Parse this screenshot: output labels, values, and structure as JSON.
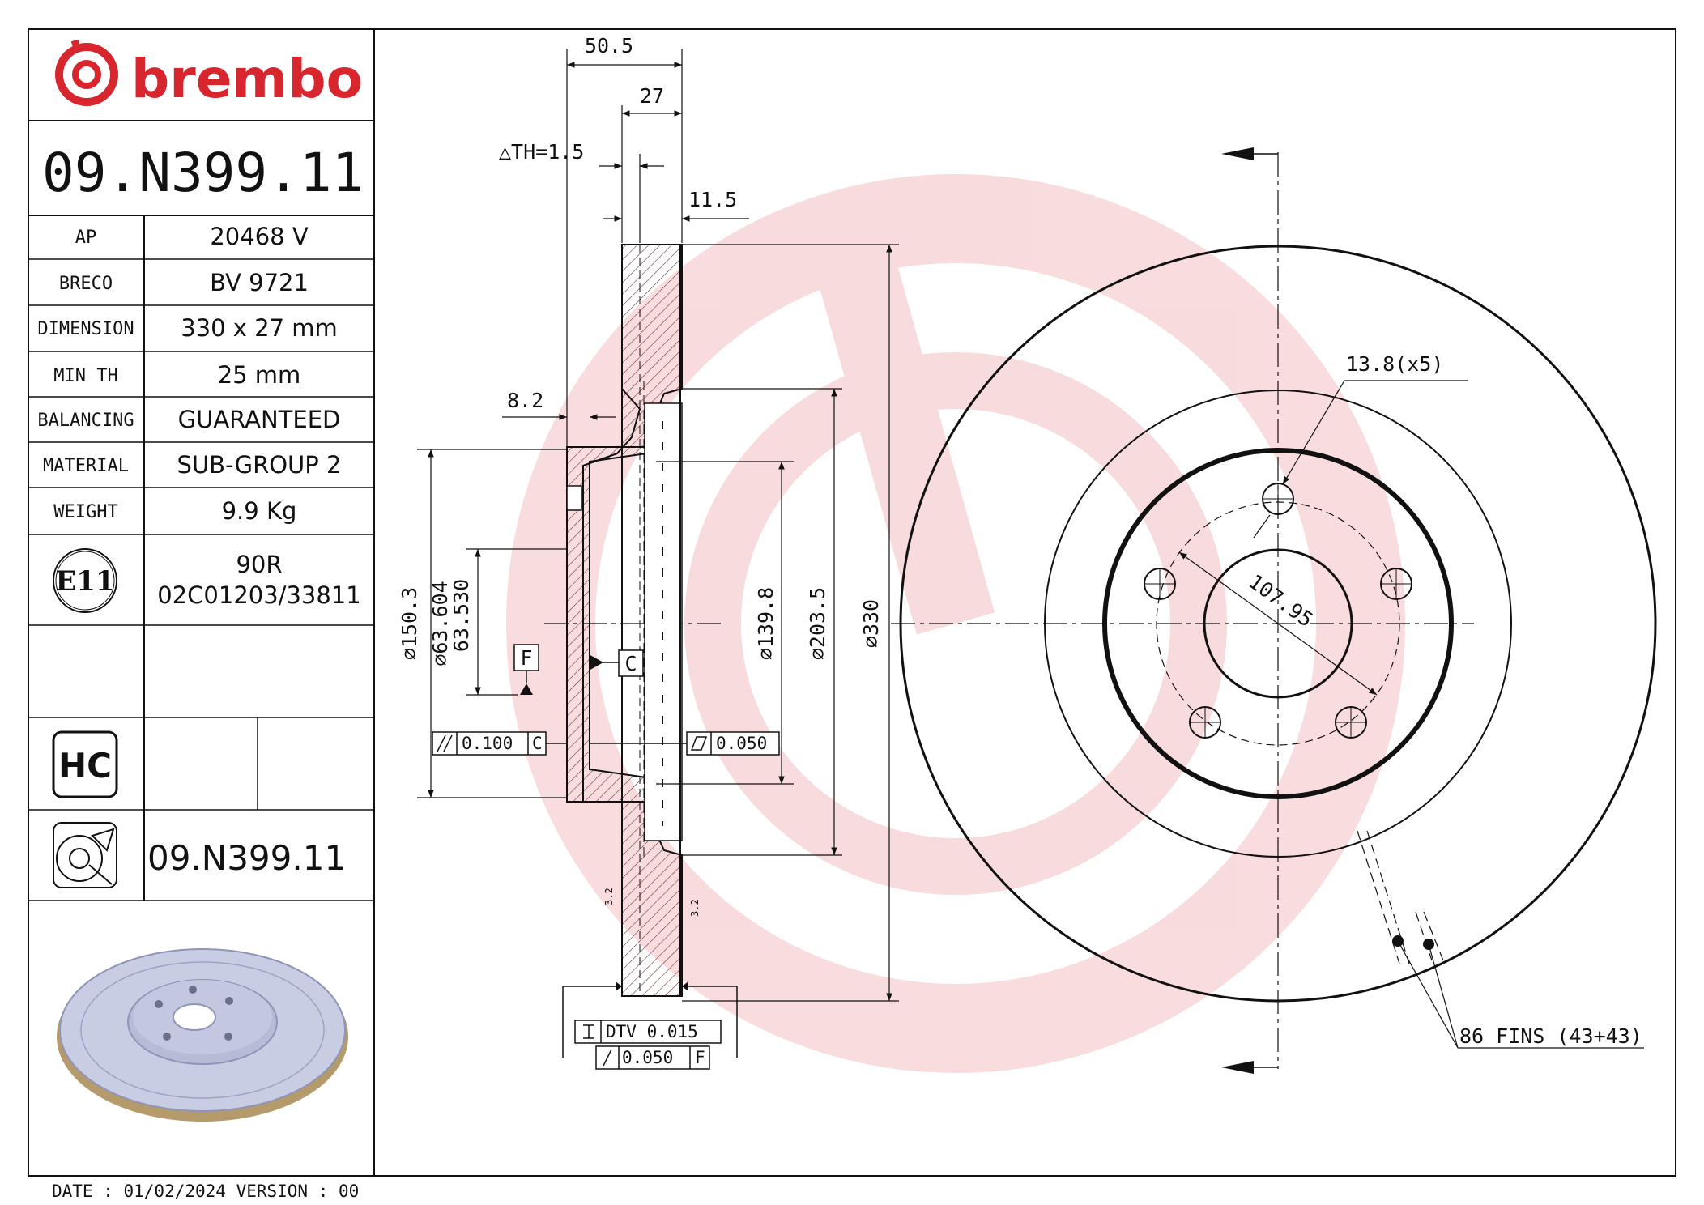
{
  "brand": {
    "name": "brembo",
    "color": "#d7262d"
  },
  "part_number": "09.N399.11",
  "specs": [
    {
      "label": "AP",
      "value": "20468 V"
    },
    {
      "label": "BRECO",
      "value": "BV 9721"
    },
    {
      "label": "DIMENSION",
      "value": "330 x 27 mm"
    },
    {
      "label": "MIN TH",
      "value": "25 mm"
    },
    {
      "label": "BALANCING",
      "value": "GUARANTEED"
    },
    {
      "label": "MATERIAL",
      "value": "SUB-GROUP 2"
    },
    {
      "label": "WEIGHT",
      "value": "9.9 Kg"
    }
  ],
  "approval": {
    "mark": "E11",
    "line1": "90R",
    "line2": "02C01203/33811"
  },
  "hc_badge": "HC",
  "footer": {
    "text": "DATE : 01/02/2024 VERSION : 00"
  },
  "dimensions": {
    "overall_width": "50.5",
    "thickness": "27",
    "th": "△TH=1.5",
    "offset": "11.5",
    "flange": "8.2",
    "d150": "⌀150.3",
    "bore_max": "⌀63.604",
    "bore_min": "63.530",
    "d139": "⌀139.8",
    "d203": "⌀203.5",
    "d330": "⌀330",
    "pcd": "107.95",
    "holes": "13.8(x5)",
    "fins": "86 FINS (43+43)",
    "datum_f": "F",
    "datum_c": "C",
    "parallel_tol": "0.100",
    "flat_tol": "0.050",
    "dtv": "DTV 0.015",
    "runout": "0.050",
    "finish": "3.2"
  },
  "icons": [
    "brembo-logo-icon",
    "e11-mark-icon",
    "hc-icon",
    "disc-drawing-icon",
    "disc-render-icon"
  ]
}
